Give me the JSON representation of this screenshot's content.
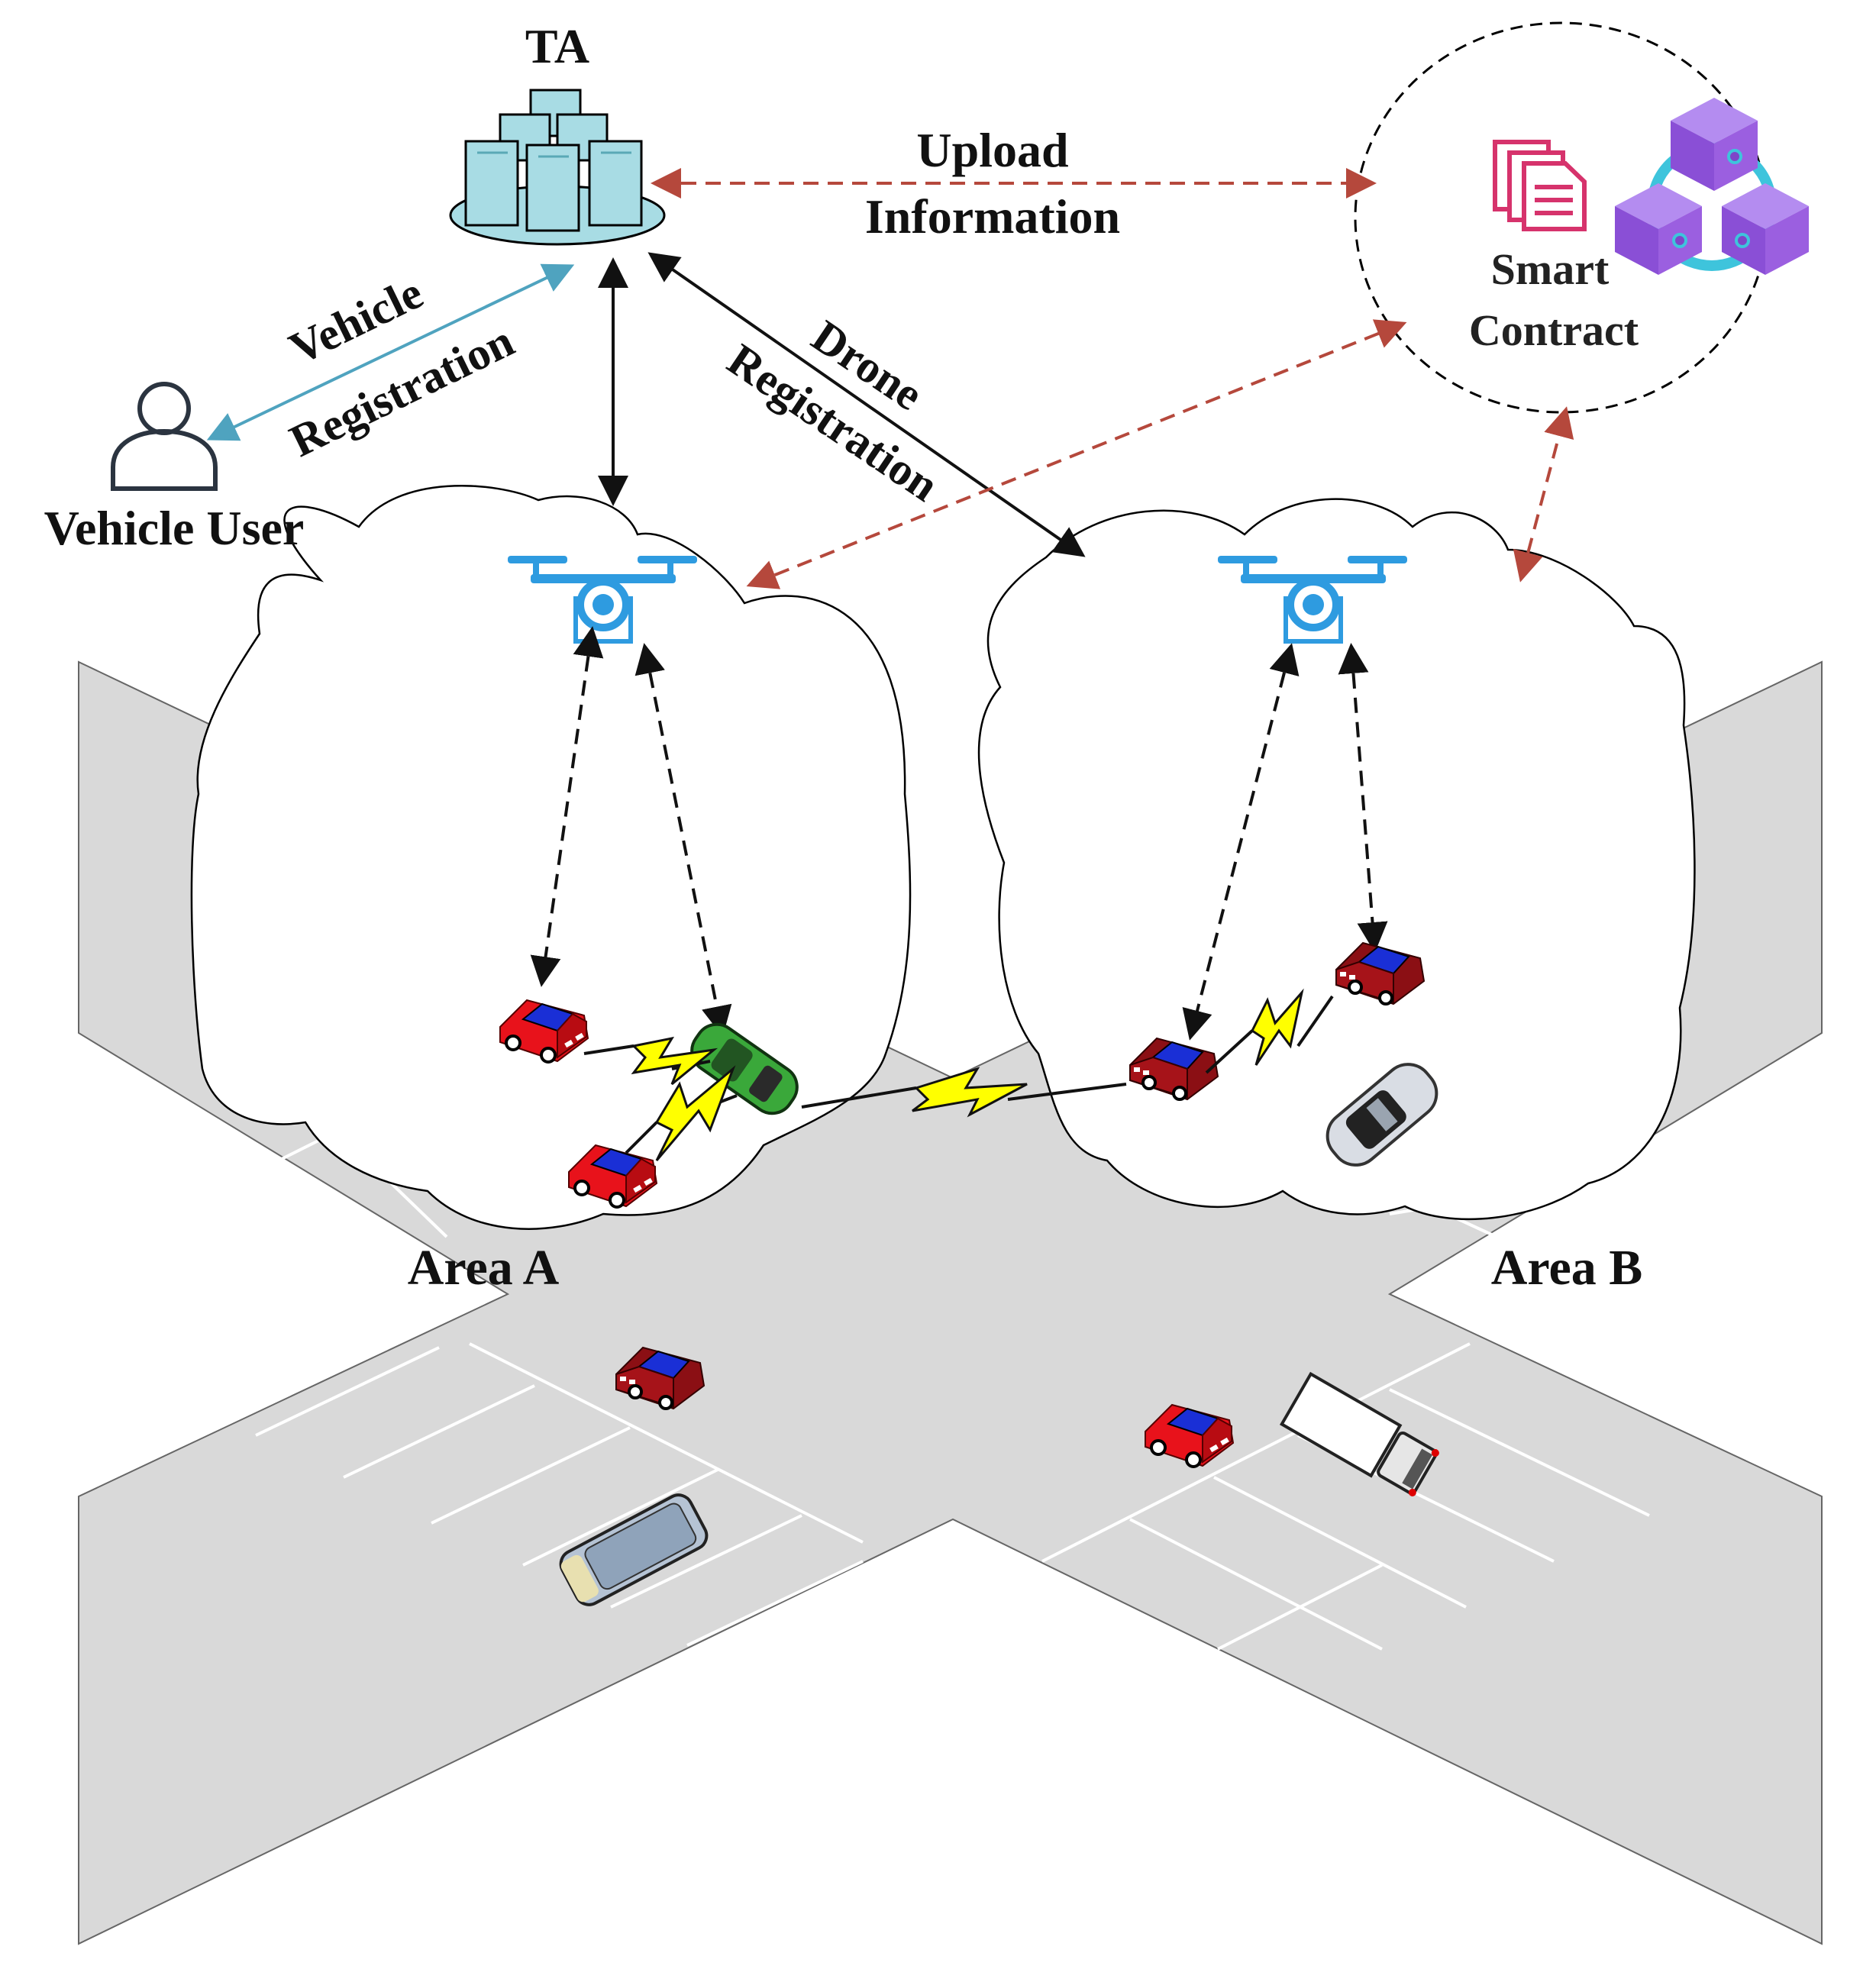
{
  "labels": {
    "ta": "TA",
    "upload_line1": "Upload",
    "upload_line2": "Information",
    "vehicle_reg_line1": "Vehicle",
    "vehicle_reg_line2": "Registration",
    "drone_reg_line1": "Drone",
    "drone_reg_line2": "Registration",
    "vehicle_user": "Vehicle User",
    "smart_line1": "Smart",
    "smart_line2": "Contract",
    "area_a": "Area A",
    "area_b": "Area B"
  },
  "colors": {
    "road": "#d9d9d9",
    "lane_marking": "#ffffff",
    "blockchain_link": "#b5483c",
    "vehicle_registration": "#4fa3bf",
    "drone": "#2e9be0",
    "server": "#a8dce4",
    "block_cube": "#9b5fe0",
    "contract_doc": "#d6336c",
    "lightning": "#ffff00",
    "car_red": "#e8121b",
    "car_dark_red": "#8b0f14",
    "car_green": "#3aa83a"
  },
  "icons": [
    "server-cluster-icon",
    "user-icon",
    "drone-icon",
    "blockchain-cubes-icon",
    "document-stack-icon",
    "car-icon",
    "truck-icon",
    "van-icon",
    "lightning-link-icon"
  ]
}
